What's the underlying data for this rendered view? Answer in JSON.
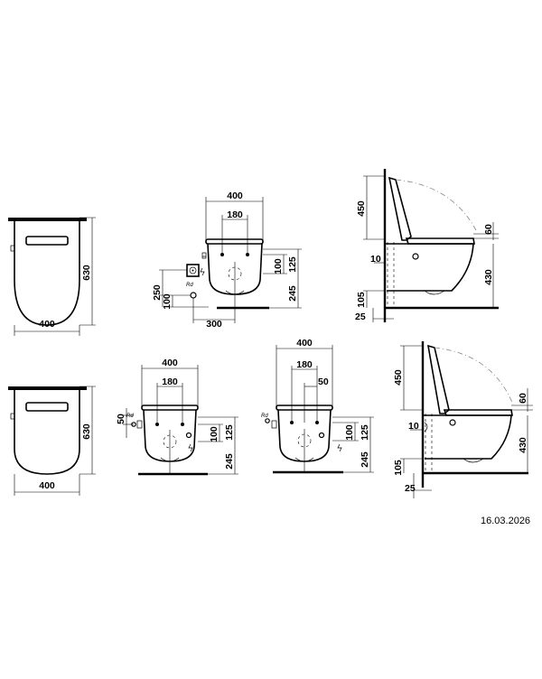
{
  "views": {
    "top_plan_1": {
      "depth": "630",
      "width": "400"
    },
    "front_1": {
      "width": "400",
      "inner": "180",
      "h100": "100",
      "h125": "125",
      "h245": "245",
      "h250": "250",
      "h100b": "100",
      "w300": "300",
      "fitting": "Rd"
    },
    "side_1": {
      "h450": "450",
      "h60": "60",
      "h10": "10",
      "h430": "430",
      "h105": "105",
      "w25": "25"
    },
    "top_plan_2": {
      "depth": "630",
      "width": "400"
    },
    "front_2": {
      "width": "400",
      "inner": "180",
      "h50": "50",
      "h100": "100",
      "h125": "125",
      "h245": "245",
      "fitting": "Rd"
    },
    "front_3": {
      "width": "400",
      "inner": "180",
      "w50": "50",
      "h100": "100",
      "h125": "125",
      "h245": "245",
      "fitting": "Rd"
    },
    "side_2": {
      "h450": "450",
      "h60": "60",
      "h10": "10",
      "h430": "430",
      "h105": "105",
      "w25": "25"
    }
  },
  "footer": {
    "date": "16.03.2026"
  },
  "icons": {
    "socket": "socket-icon",
    "power": "power-symbol-icon",
    "valve": "valve-icon"
  }
}
